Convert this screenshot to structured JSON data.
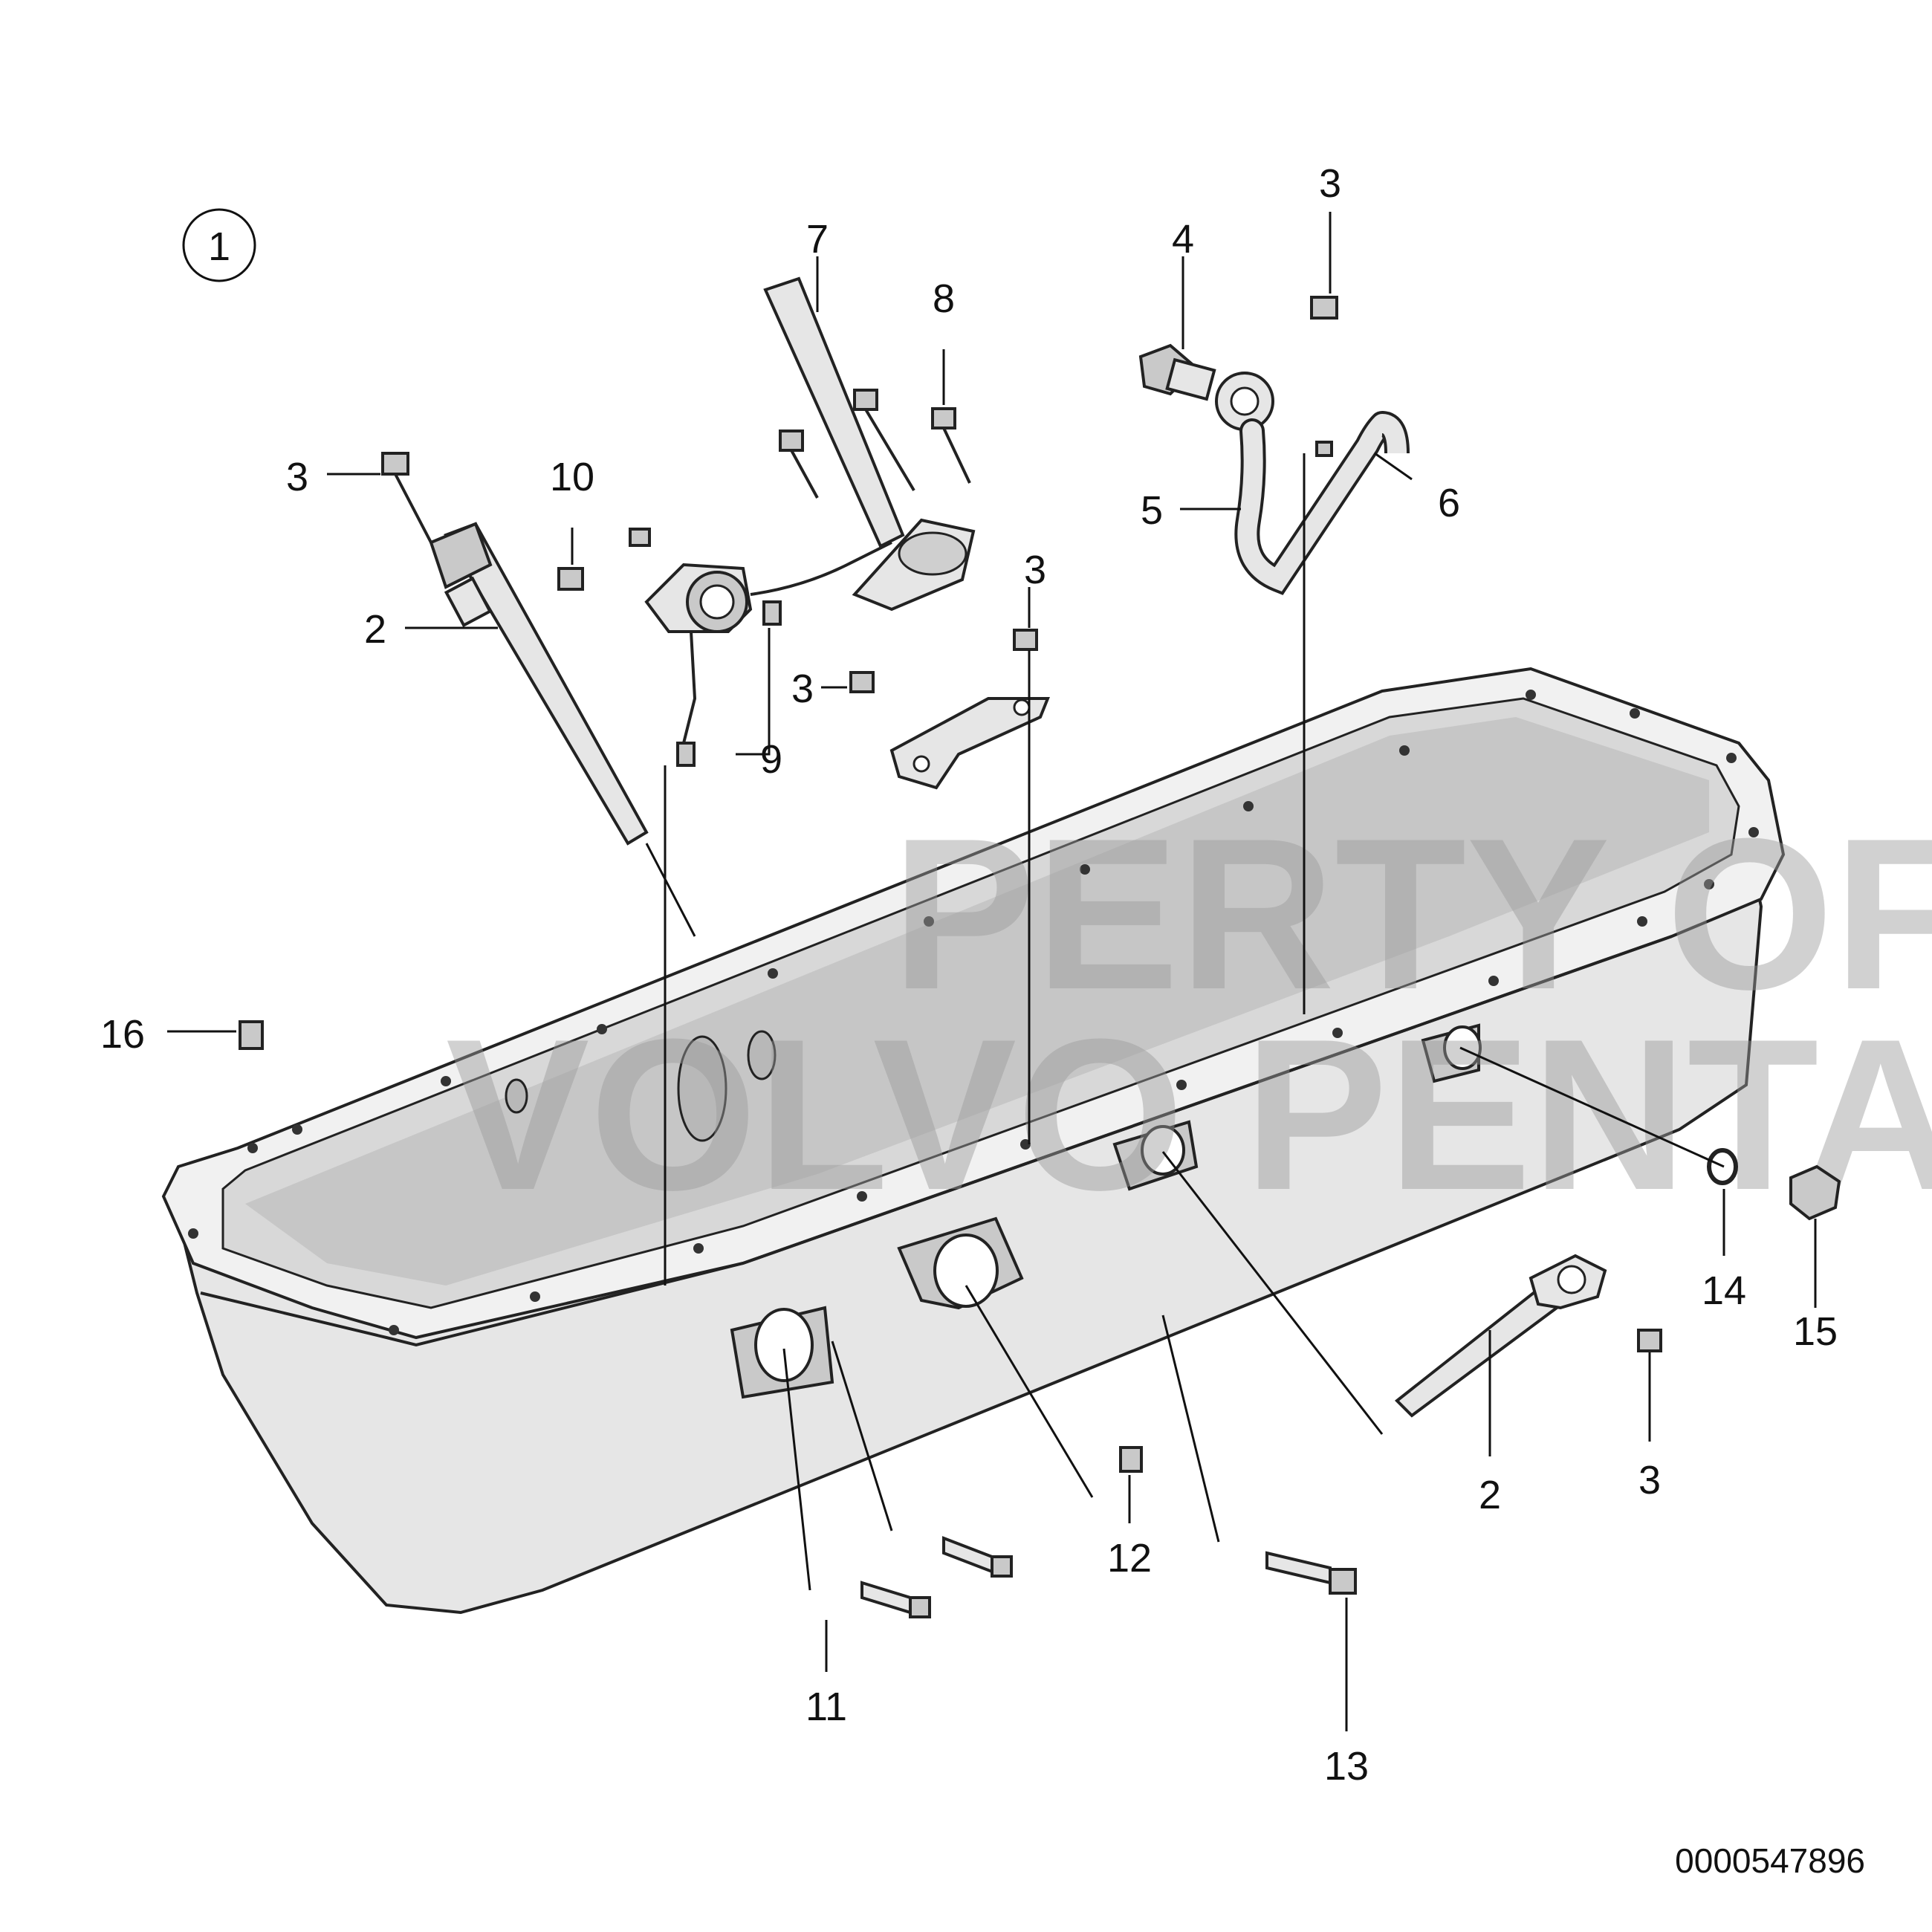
{
  "figure": {
    "view_number": "1",
    "document_id": "0000547896",
    "watermark": [
      "PERTY OF",
      "VOLVO PENTA"
    ]
  },
  "callouts": [
    {
      "id": "c3-a",
      "text": "3"
    },
    {
      "id": "c2-a",
      "text": "2"
    },
    {
      "id": "c10",
      "text": "10"
    },
    {
      "id": "c7",
      "text": "7"
    },
    {
      "id": "c8",
      "text": "8"
    },
    {
      "id": "c9",
      "text": "9"
    },
    {
      "id": "c3-b",
      "text": "3"
    },
    {
      "id": "c3-c",
      "text": "3"
    },
    {
      "id": "c4",
      "text": "4"
    },
    {
      "id": "c3-d",
      "text": "3"
    },
    {
      "id": "c5",
      "text": "5"
    },
    {
      "id": "c6",
      "text": "6"
    },
    {
      "id": "c16",
      "text": "16"
    },
    {
      "id": "c14",
      "text": "14"
    },
    {
      "id": "c15",
      "text": "15"
    },
    {
      "id": "c2-b",
      "text": "2"
    },
    {
      "id": "c3-e",
      "text": "3"
    },
    {
      "id": "c12",
      "text": "12"
    },
    {
      "id": "c11",
      "text": "11"
    },
    {
      "id": "c13",
      "text": "13"
    }
  ]
}
